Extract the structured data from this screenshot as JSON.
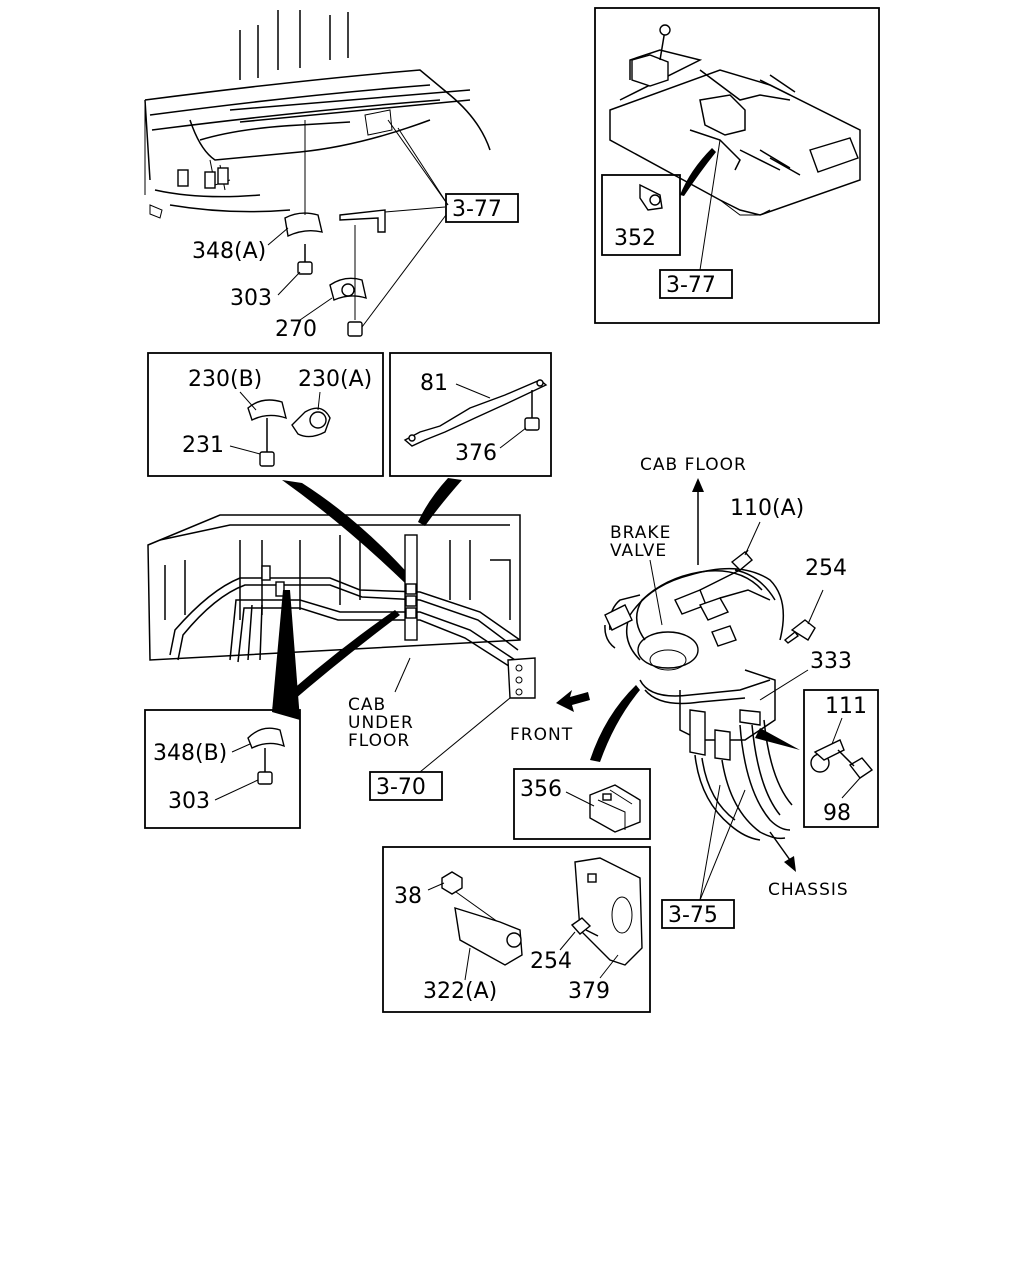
{
  "callouts": {
    "p348a": "348(A)",
    "p303_top": "303",
    "p270": "270",
    "ref_377_top": "3-77",
    "p352": "352",
    "ref_377_inset": "3-77",
    "p230b": "230(B)",
    "p230a": "230(A)",
    "p231": "231",
    "p81": "81",
    "p376": "376",
    "p348b": "348(B)",
    "p303_bottom": "303",
    "ref_370": "3-70",
    "p356": "356",
    "p38": "38",
    "p254_bracket": "254",
    "p322a": "322(A)",
    "p379": "379",
    "p110a": "110(A)",
    "p254_valve": "254",
    "p333": "333",
    "p111": "111",
    "p98": "98",
    "ref_375": "3-75"
  },
  "labels": {
    "cab_floor": "CAB FLOOR",
    "brake": "BRAKE",
    "valve": "VALVE",
    "cab": "CAB",
    "under": "UNDER",
    "floor": "FLOOR",
    "front": "FRONT",
    "chassis": "CHASSIS"
  }
}
